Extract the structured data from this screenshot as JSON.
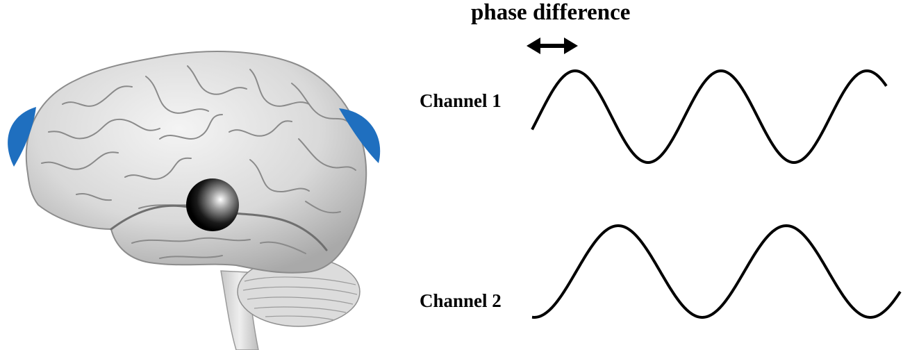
{
  "title": "phase difference",
  "channels": [
    {
      "label": "Channel 1"
    },
    {
      "label": "Channel 2"
    }
  ],
  "colors": {
    "electrode": "#1f6fbf",
    "wave": "#000000",
    "brain": "#d8d8d8"
  },
  "icons": [
    "brain-illustration",
    "electrode-pad",
    "source-sphere",
    "double-arrow-icon"
  ]
}
